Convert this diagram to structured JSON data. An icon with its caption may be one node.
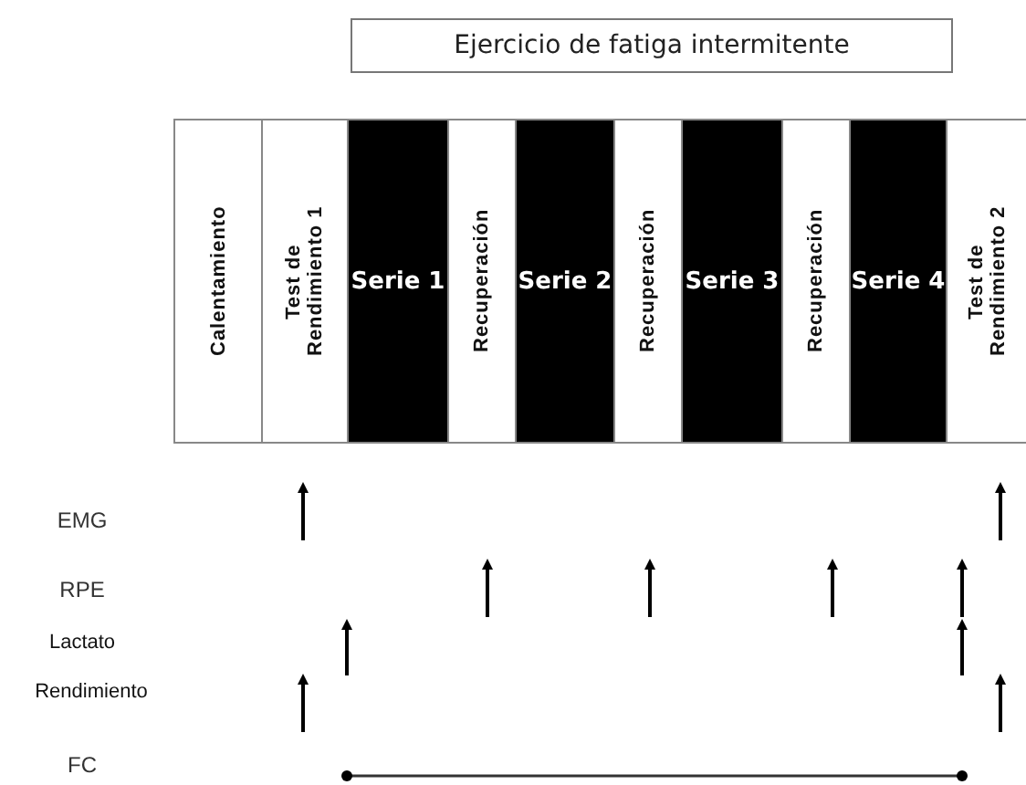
{
  "diagram": {
    "nodes": [
      {
        "text": [
          "Ejercicio de fatiga intermitente"
        ]
      },
      {
        "text": [
          "Calentamiento"
        ]
      },
      {
        "text": [
          "Test de Rendimiento 1"
        ]
      },
      {
        "text": [
          "Serie 1"
        ]
      },
      {
        "text": [
          "Recuperación"
        ]
      },
      {
        "text": [
          "Serie 2"
        ]
      },
      {
        "text": [
          "Recuperación"
        ]
      },
      {
        "text": [
          "Serie 3"
        ]
      },
      {
        "text": [
          "Recuperación"
        ]
      },
      {
        "text": [
          "Serie 4"
        ]
      },
      {
        "text": [
          "Test de Rendimiento 2"
        ]
      }
    ],
    "labels": [
      "EMG",
      "RPE",
      "Lactato",
      "Rendimiento",
      "FC"
    ]
  }
}
